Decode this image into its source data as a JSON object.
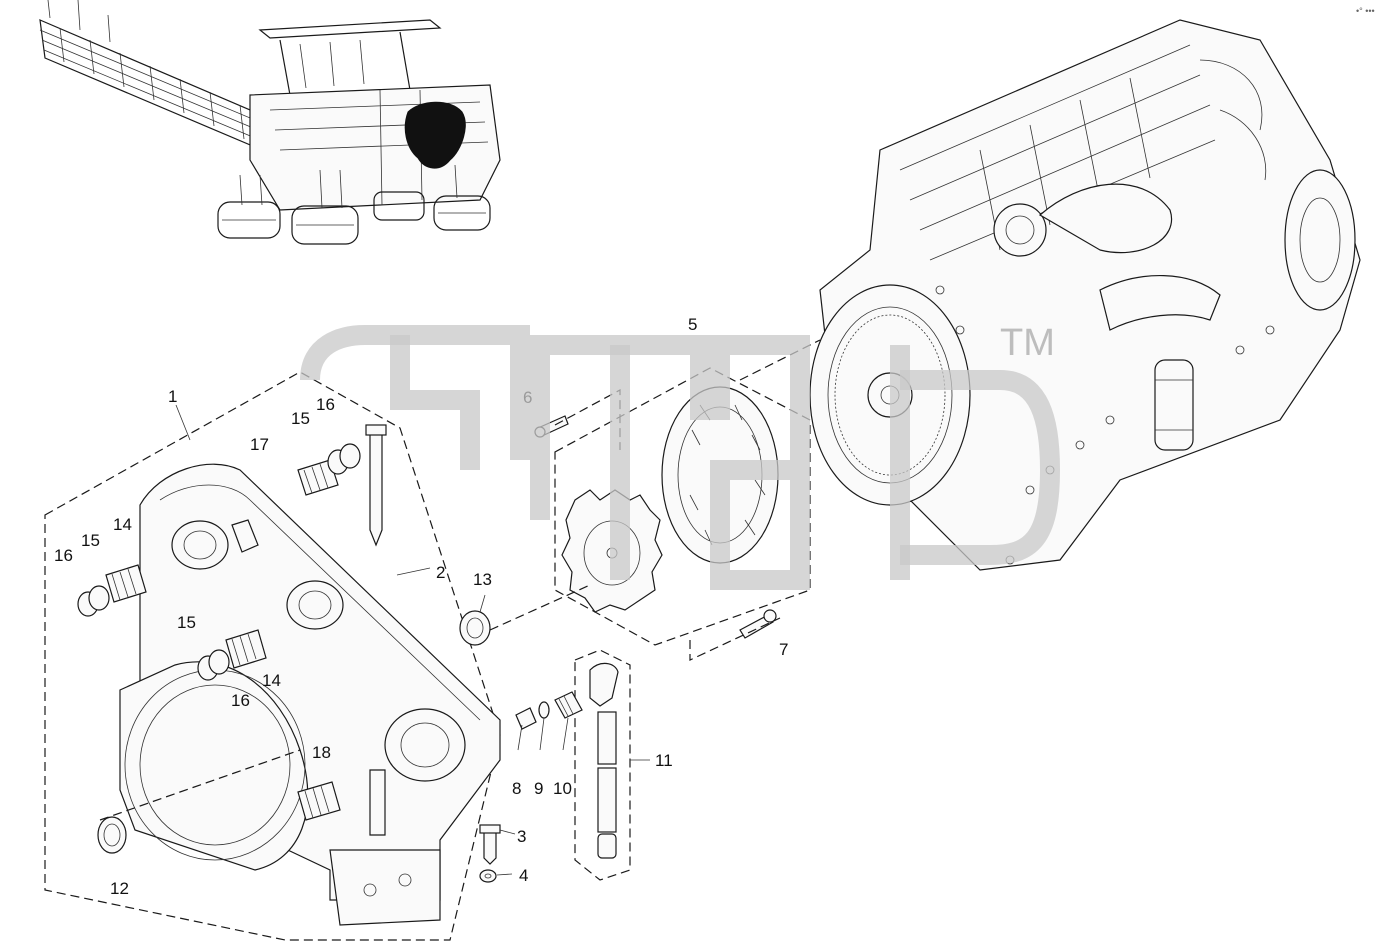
{
  "diagram": {
    "part_labels": [
      "1",
      "2",
      "3",
      "4",
      "5",
      "6",
      "7",
      "8",
      "9",
      "10",
      "11",
      "12",
      "13",
      "14",
      "14",
      "15",
      "15",
      "16",
      "16",
      "17",
      "18"
    ],
    "watermark_mark": "TM",
    "corner_mark": "•° •••"
  }
}
